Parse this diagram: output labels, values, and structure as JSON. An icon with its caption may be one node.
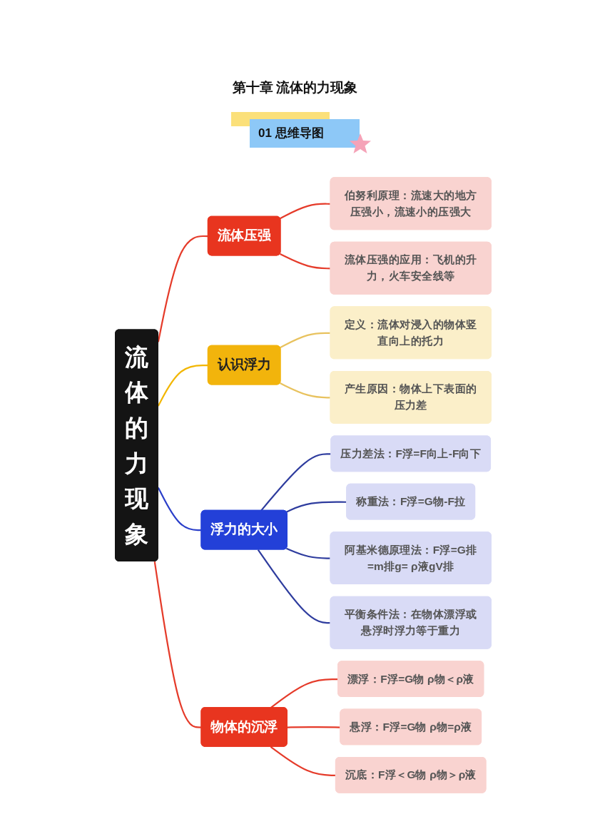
{
  "diagram": {
    "title": "第十章 流体的力现象",
    "nodes": [
      {
        "text": [
          "流体的力现象"
        ]
      },
      {
        "text": [
          "流体压强"
        ]
      },
      {
        "text": [
          "伯努利原理：流速大的地方压强小，流速小的压强大"
        ]
      },
      {
        "text": [
          "流体压强的应用：飞机的升力，火车安全线等"
        ]
      },
      {
        "text": [
          "认识浮力"
        ]
      },
      {
        "text": [
          "定义：流体对浸入的物体竖直向上的托力"
        ]
      },
      {
        "text": [
          "产生原因：物体上下表面的压力差"
        ]
      },
      {
        "text": [
          "浮力的大小"
        ]
      },
      {
        "text": [
          "压力差法：F浮=F向上-F向下"
        ]
      },
      {
        "text": [
          "称重法：F浮=G物-F拉"
        ]
      },
      {
        "text": [
          "阿基米德原理法：F浮=G排=m排g= ρ液gV排"
        ]
      },
      {
        "text": [
          "平衡条件法：在物体漂浮或悬浮时浮力等于重力"
        ]
      },
      {
        "text": [
          "物体的沉浮"
        ]
      },
      {
        "text": [
          "漂浮：F浮=G物 ρ物＜ρ液"
        ]
      },
      {
        "text": [
          "悬浮：F浮=G物 ρ物=ρ液"
        ]
      },
      {
        "text": [
          "沉底：F浮＜G物 ρ物＞ρ液"
        ]
      }
    ],
    "edges": [
      {
        "from": 0,
        "to": 1,
        "arrow": "none"
      },
      {
        "from": 1,
        "to": 2,
        "arrow": "none"
      },
      {
        "from": 1,
        "to": 3,
        "arrow": "none"
      },
      {
        "from": 0,
        "to": 4,
        "arrow": "none",
        "color": "#f2b600"
      },
      {
        "from": 4,
        "to": 5,
        "arrow": "none",
        "color": "#e8c25e"
      },
      {
        "from": 4,
        "to": 6,
        "arrow": "none",
        "color": "#e8c25e"
      },
      {
        "from": 0,
        "to": 7,
        "arrow": "none",
        "color": "#2b3fc9"
      },
      {
        "from": 7,
        "to": 8,
        "arrow": "none",
        "color": "#2e3c9e"
      },
      {
        "from": 7,
        "to": 9,
        "arrow": "none",
        "color": "#2e3c9e"
      },
      {
        "from": 7,
        "to": 10,
        "arrow": "none",
        "color": "#2e3c9e"
      },
      {
        "from": 7,
        "to": 11,
        "arrow": "none",
        "color": "#2e3c9e"
      },
      {
        "from": 0,
        "to": 12,
        "arrow": "none"
      },
      {
        "from": 12,
        "to": 13,
        "arrow": "none"
      },
      {
        "from": 12,
        "to": 14,
        "arrow": "none"
      },
      {
        "from": 12,
        "to": 15,
        "arrow": "none"
      }
    ],
    "labels": [
      "01 思维导图"
    ]
  }
}
